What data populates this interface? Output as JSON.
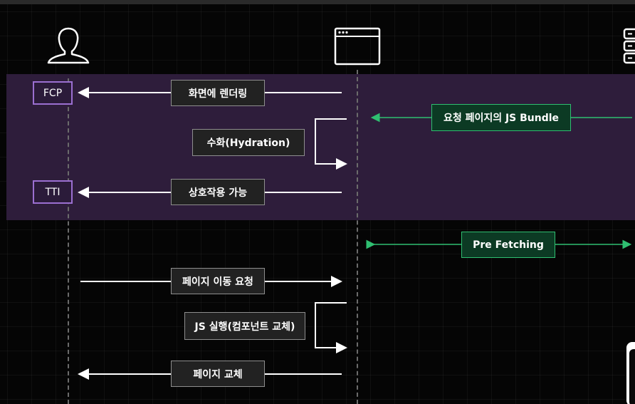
{
  "actors": {
    "user": {
      "icon": "user-silhouette-icon"
    },
    "browser": {
      "icon": "browser-window-icon"
    },
    "server": {
      "icon": "server-stack-icon"
    }
  },
  "markers": {
    "fcp": "FCP",
    "tti": "TTI"
  },
  "steps": {
    "render": "화면에 렌더링",
    "hydration": "수화(Hydration)",
    "interactive": "상호작용 가능",
    "navigate_request": "페이지 이동 요청",
    "js_execute": "JS 실행(컴포넌트 교체)",
    "page_replace": "페이지 교체"
  },
  "network": {
    "js_bundle": "요청 페이지의 JS Bundle",
    "prefetch": "Pre Fetching"
  },
  "colors": {
    "background": "#050505",
    "band": "#2e1d3b",
    "marker_border": "#9b6fd1",
    "network_green": "#2fbf71",
    "arrow": "#ffffff"
  }
}
